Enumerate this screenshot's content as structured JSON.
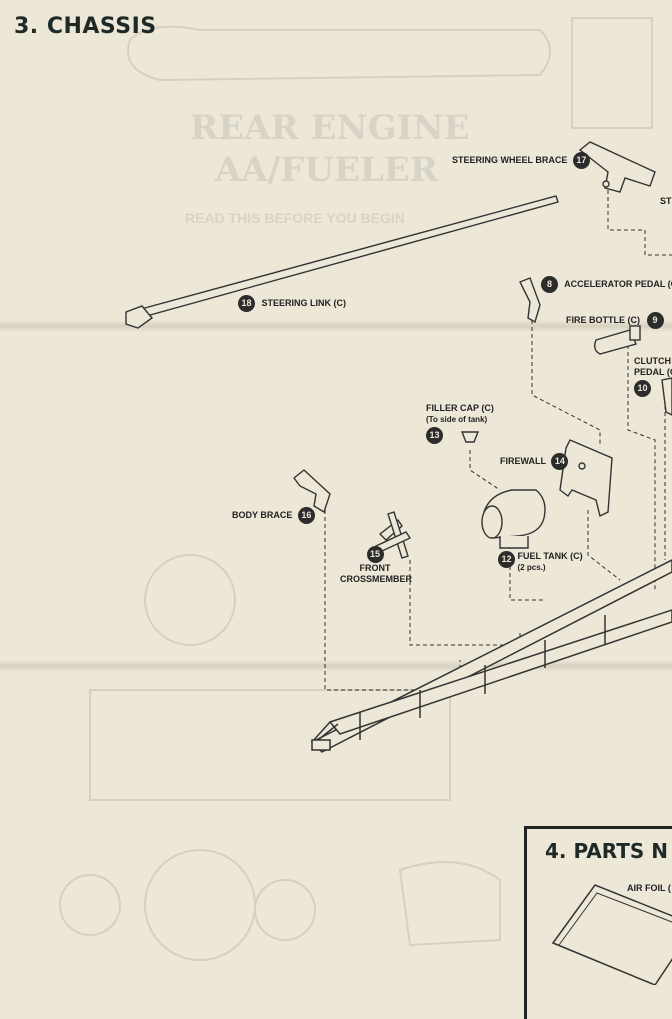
{
  "section": {
    "title": "3. CHASSIS"
  },
  "background_ghost": {
    "title_line1": "REAR ENGINE",
    "title_line2": "AA/FUELER",
    "instruction": "READ THIS BEFORE YOU BEGIN"
  },
  "parts": [
    {
      "num": "17",
      "name": "STEERING WHEEL BRACE",
      "note": ""
    },
    {
      "num": "18",
      "name": "STEERING LINK (C)",
      "note": ""
    },
    {
      "num": "8",
      "name": "ACCELERATOR PEDAL (C)",
      "note": ""
    },
    {
      "num": "9",
      "name": "FIRE BOTTLE (C)",
      "note": ""
    },
    {
      "num": "10",
      "name": "CLUTCH",
      "note": "PEDAL (C"
    },
    {
      "num": "13",
      "name": "FILLER CAP (C)",
      "note": "(To side of tank)"
    },
    {
      "num": "14",
      "name": "FIREWALL",
      "note": ""
    },
    {
      "num": "16",
      "name": "BODY BRACE",
      "note": ""
    },
    {
      "num": "15",
      "name": "FRONT",
      "note": "CROSSMEMBER"
    },
    {
      "num": "12",
      "name": "FUEL TANK (C)",
      "note": "(2 pcs.)"
    }
  ],
  "edge_fragment": "ST",
  "parts_box": {
    "title": "4. PARTS N",
    "item": "AIR FOIL ("
  },
  "colors": {
    "paper": "#ece7d7",
    "ink": "#222222",
    "badge": "#2c2c2c"
  }
}
